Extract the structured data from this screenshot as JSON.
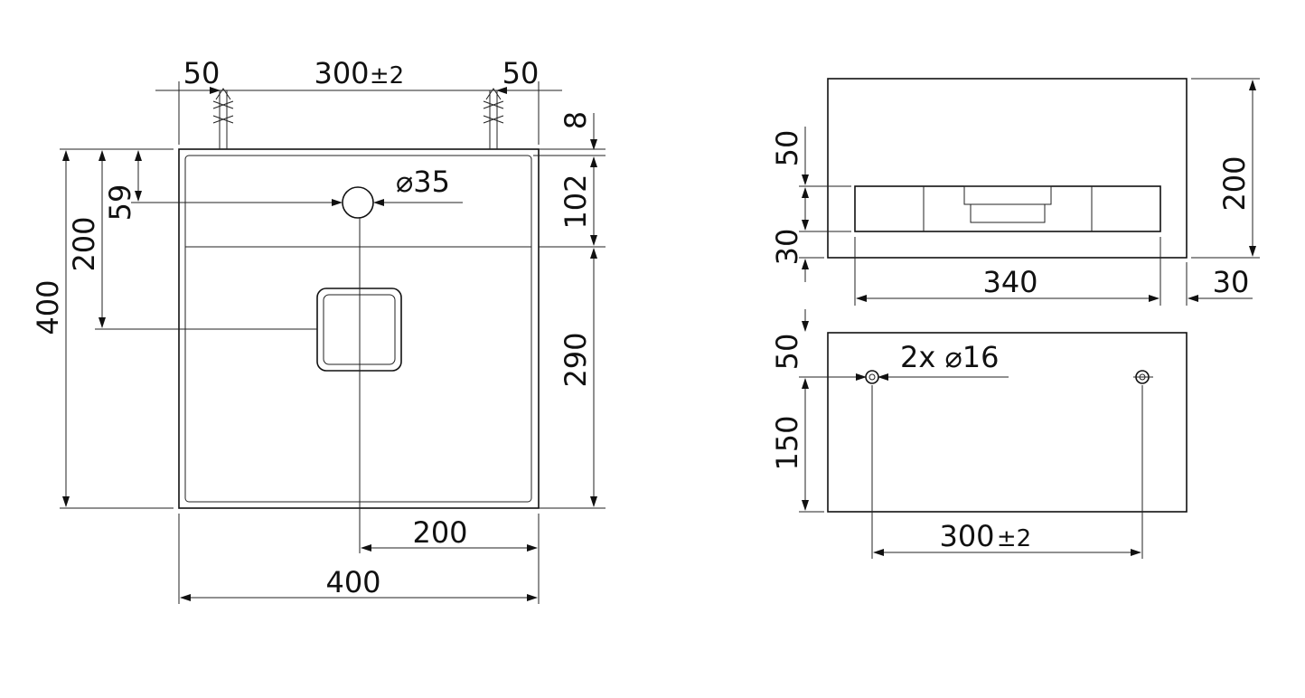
{
  "front_view": {
    "dim_left_offset": "50",
    "dim_hole_spacing": "300",
    "dim_hole_spacing_tol": "±2",
    "dim_right_offset": "50",
    "dim_top_gap": "8",
    "dim_drain_depth": "102",
    "dim_drain_from_top": "59",
    "dim_center_from_top": "200",
    "dim_total_height": "400",
    "dim_basin_height": "290",
    "dim_drain_diameter": "⌀35",
    "dim_half_width": "200",
    "dim_total_width": "400"
  },
  "side_view": {
    "dim_upper": "50",
    "dim_lower": "30",
    "dim_height": "200",
    "dim_width": "340",
    "dim_offset": "30"
  },
  "back_view": {
    "dim_top": "50",
    "dim_height": "150",
    "dim_holes": "2x ⌀16",
    "dim_hole_spacing": "300",
    "dim_hole_spacing_tol": "±2"
  }
}
